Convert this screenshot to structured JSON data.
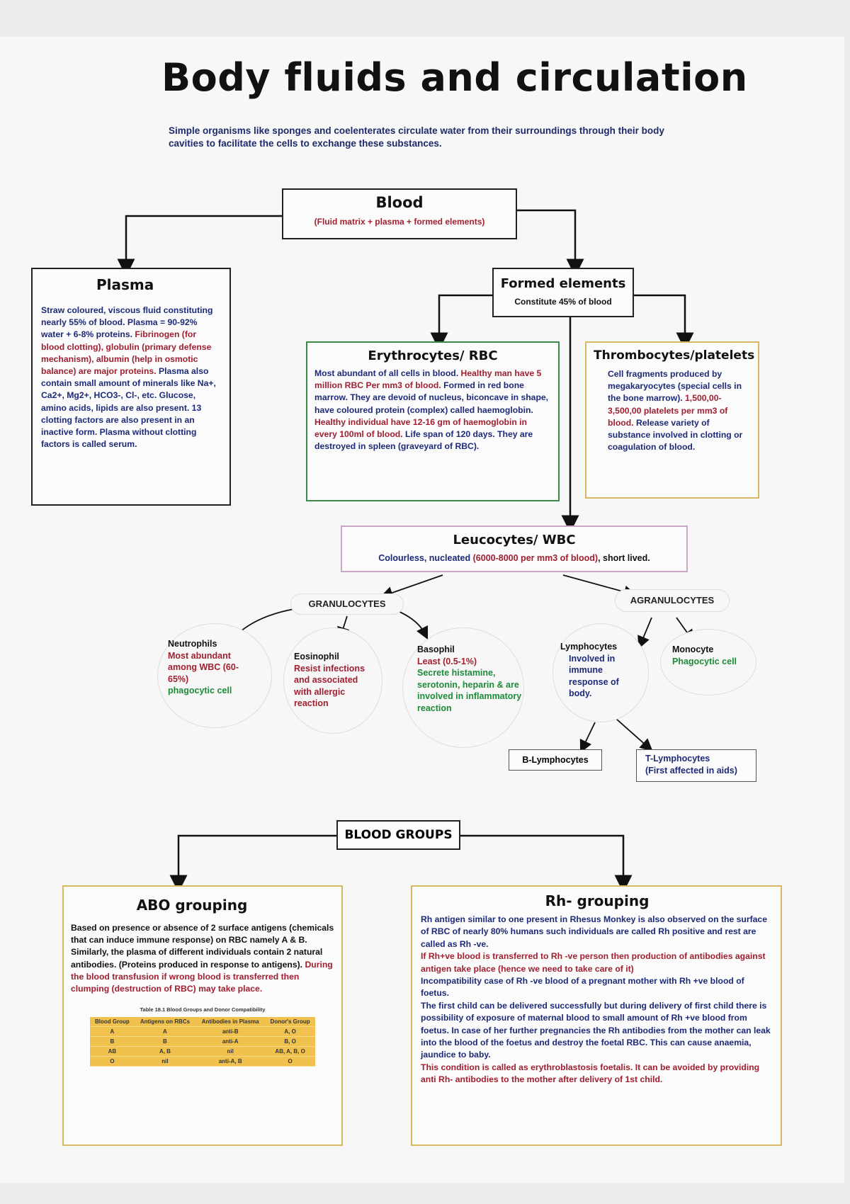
{
  "title": "Body fluids and circulation",
  "intro": "Simple organisms like sponges and coelenterates circulate water from their surroundings through their body cavities to facilitate the cells to exchange these substances.",
  "blood": {
    "heading": "Blood",
    "sub": "(Fluid matrix + plasma + formed elements)"
  },
  "plasma": {
    "heading": "Plasma",
    "p1": "Straw coloured, viscous fluid constituting nearly 55% of blood. Plasma = 90-92% water + 6-8% proteins.",
    "p2": "Fibrinogen (for blood clotting), globulin (primary defense mechanism), albumin (help in osmotic balance) are major proteins.",
    "p3": "Plasma also contain small amount of minerals like Na+, Ca2+, Mg2+, HCO3-, Cl-, etc. Glucose, amino acids, lipids are also present. 13 clotting factors are also present in an inactive form.",
    "p4": "Plasma without clotting factors is called serum."
  },
  "formed": {
    "heading": "Formed elements",
    "sub": "Constitute 45% of blood"
  },
  "rbc": {
    "heading": "Erythrocytes/ RBC",
    "p1": "Most abundant of all cells in blood.",
    "p2": "Healthy man have 5 million RBC Per mm3 of blood.",
    "p3": "Formed in red bone marrow. They are devoid of nucleus, biconcave in shape, have coloured protein (complex) called haemoglobin.",
    "p4": "Healthy individual have 12-16 gm of haemoglobin in every 100ml of blood.",
    "p5": "Life span of 120 days. They are destroyed in spleen (graveyard of RBC)."
  },
  "platelets": {
    "heading": "Thrombocytes/platelets",
    "p1": "Cell fragments produced by megakaryocytes (special cells in the bone marrow).",
    "p2": "1,500,00- 3,500,00 platelets per mm3 of blood.",
    "p3": "Release variety of substance involved in clotting or coagulation of blood."
  },
  "wbc": {
    "heading": "Leucocytes/ WBC",
    "sub_a": "Colourless, nucleated",
    "sub_b": "(6000-8000 per mm3 of blood)",
    "sub_c": ", short lived."
  },
  "granulocytes": "GRANULOCYTES",
  "agranulocytes": "AGRANULOCYTES",
  "neutrophils": {
    "name": "Neutrophils",
    "d1": "Most abundant among WBC (60-65%)",
    "d2": "phagocytic cell"
  },
  "eosinophil": {
    "name": "Eosinophil",
    "d1": "Resist infections and associated with allergic reaction"
  },
  "basophil": {
    "name": "Basophil",
    "d1": "Least (0.5-1%)",
    "d2": "Secrete histamine, serotonin, heparin & are involved in inflammatory reaction"
  },
  "lymphocytes": {
    "name": "Lymphocytes",
    "d1": "Involved in immune response of body."
  },
  "monocyte": {
    "name": "Monocyte",
    "d1": "Phagocytic cell"
  },
  "b_lymph": "B-Lymphocytes",
  "t_lymph": {
    "name": "T-Lymphocytes",
    "note": "(First affected in aids)"
  },
  "blood_groups": "BLOOD GROUPS",
  "abo": {
    "heading": "ABO grouping",
    "p1": "Based on presence or absence of 2 surface antigens (chemicals that can induce immune response) on RBC namely A & B. Similarly, the plasma of different individuals contain 2 natural antibodies. (Proteins produced in response to antigens).",
    "p2": "During the blood transfusion if wrong blood is transferred then clumping (destruction of RBC) may take place.",
    "table_caption": "Table 18.1 Blood Groups and Donor Compatibility",
    "table_headers": [
      "Blood Group",
      "Antigens on RBCs",
      "Antibodies in Plasma",
      "Donor's Group"
    ],
    "table_rows": [
      [
        "A",
        "A",
        "anti-B",
        "A, O"
      ],
      [
        "B",
        "B",
        "anti-A",
        "B, O"
      ],
      [
        "AB",
        "A, B",
        "nil",
        "AB, A, B, O"
      ],
      [
        "O",
        "nil",
        "anti-A, B",
        "O"
      ]
    ]
  },
  "rh": {
    "heading": "Rh- grouping",
    "p1": "Rh antigen similar to one present in Rhesus Monkey is also observed on the surface of RBC of nearly 80% humans such individuals are called Rh positive and rest are called as Rh -ve.",
    "p2": "If Rh+ve blood is transferred to Rh -ve person then production of antibodies against antigen take place (hence we need to take care of it)",
    "p3": "Incompatibility case of Rh -ve blood of a pregnant mother with Rh +ve blood of foetus.",
    "p4": "The first child can be delivered successfully but during delivery of first child there is possibility of exposure of maternal blood to small amount of Rh +ve blood from foetus. In case of her further pregnancies the Rh antibodies from the mother can leak into the blood of the foetus and destroy the foetal RBC. This can cause anaemia, jaundice to baby.",
    "p5": "This condition is called as erythroblastosis foetalis. It can be avoided by providing anti Rh- antibodies to the mother after delivery of 1st child."
  }
}
